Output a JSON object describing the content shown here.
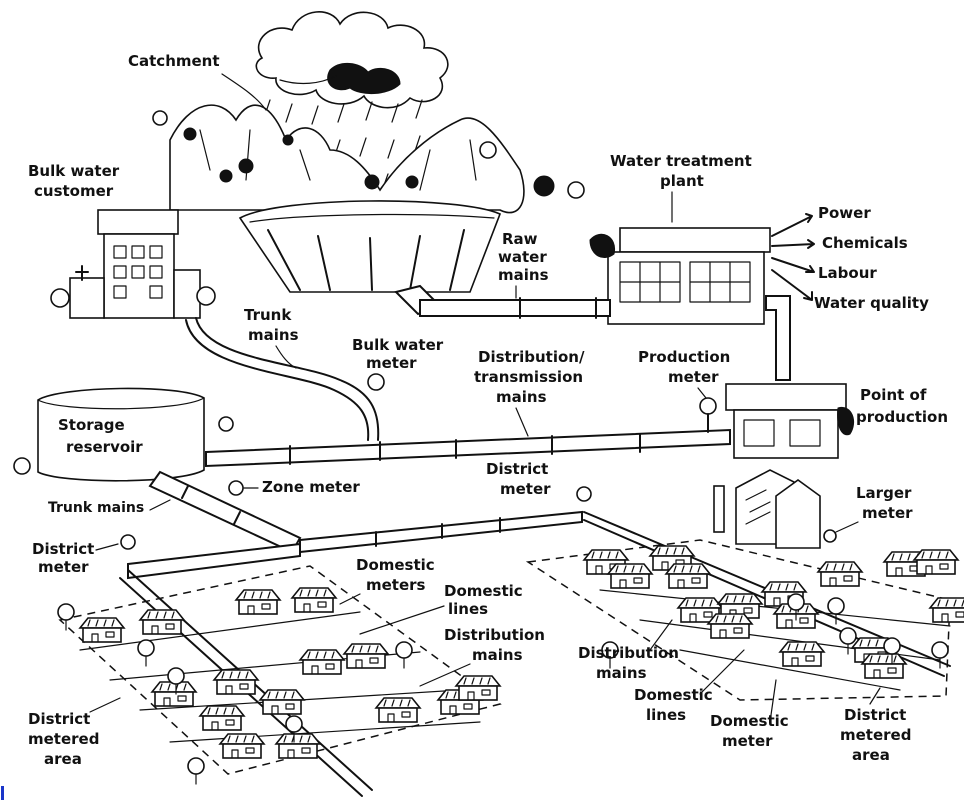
{
  "labels": {
    "catchment": "Catchment",
    "bulk_customer_1": "Bulk water",
    "bulk_customer_2": "customer",
    "water_treatment_1": "Water treatment",
    "water_treatment_2": "plant",
    "power": "Power",
    "chemicals": "Chemicals",
    "labour": "Labour",
    "water_quality": "Water quality",
    "raw_water_1": "Raw",
    "raw_water_2": "water",
    "raw_water_3": "mains",
    "trunk_mains_top_1": "Trunk",
    "trunk_mains_top_2": "mains",
    "bulk_meter_1": "Bulk water",
    "bulk_meter_2": "meter",
    "dist_trans_1": "Distribution/",
    "dist_trans_2": "transmission",
    "dist_trans_3": "mains",
    "production_meter_1": "Production",
    "production_meter_2": "meter",
    "point_prod_1": "Point of",
    "point_prod_2": "production",
    "storage_1": "Storage",
    "storage_2": "reservoir",
    "zone_meter": "Zone meter",
    "trunk_mains_left": "Trunk mains",
    "district_meter_mid_1": "District",
    "district_meter_mid_2": "meter",
    "district_meter_left_1": "District",
    "district_meter_left_2": "meter",
    "larger_meter_1": "Larger",
    "larger_meter_2": "meter",
    "domestic_meters_1": "Domestic",
    "domestic_meters_2": "meters",
    "domestic_lines_top_1": "Domestic",
    "domestic_lines_top_2": "lines",
    "dist_mains_mid_1": "Distribution",
    "dist_mains_mid_2": "mains",
    "dist_mains_right_1": "Distribution",
    "dist_mains_right_2": "mains",
    "domestic_lines_right_1": "Domestic",
    "domestic_lines_right_2": "lines",
    "domestic_meter_1": "Domestic",
    "domestic_meter_2": "meter",
    "dma_left_1": "District",
    "dma_left_2": "metered",
    "dma_left_3": "area",
    "dma_right_1": "District",
    "dma_right_2": "metered",
    "dma_right_3": "area"
  }
}
